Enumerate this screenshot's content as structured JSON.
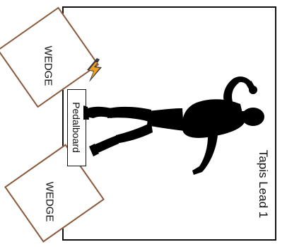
{
  "stage": {
    "rug_label": "Tapis Lead 1",
    "pedalboard_label": "Pedalboard",
    "wedges": [
      {
        "label": "WEDGE"
      },
      {
        "label": "WEDGE"
      }
    ],
    "icons": [
      "performer-silhouette-icon",
      "lightning-bolt-icon"
    ]
  },
  "colors": {
    "wedge_border": "#8a5a3c",
    "rug_border": "#111111",
    "bolt_orange": "#f0a020",
    "bolt_dark": "#3a3a3a"
  }
}
